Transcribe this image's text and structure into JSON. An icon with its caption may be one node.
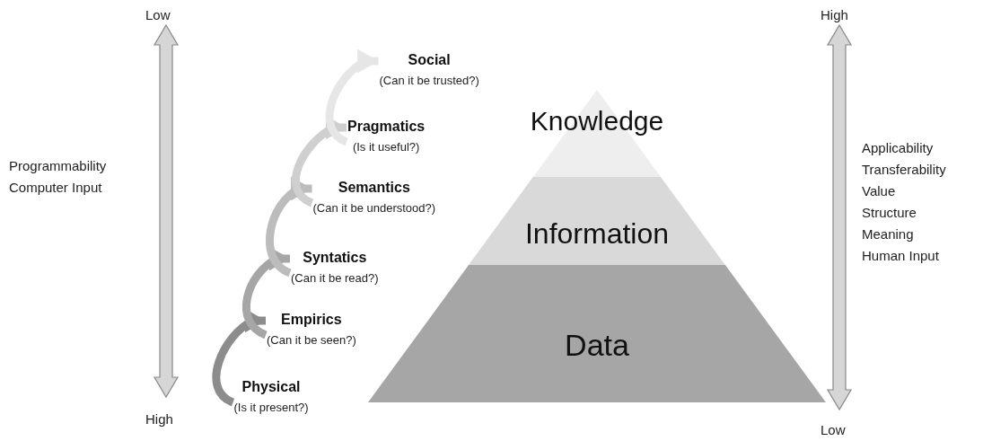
{
  "diagram": {
    "nodes": [
      {
        "text": [
          "Social",
          "(Can it be trusted?)"
        ]
      },
      {
        "text": [
          "Pragmatics",
          "(Is it useful?)"
        ]
      },
      {
        "text": [
          "Semantics",
          "(Can it be understood?)"
        ]
      },
      {
        "text": [
          "Syntatics",
          "(Can it be read?)"
        ]
      },
      {
        "text": [
          "Empirics",
          "(Can it be seen?)"
        ]
      },
      {
        "text": [
          "Physical",
          "(Is it present?)"
        ]
      },
      {
        "text": [
          "Knowledge"
        ]
      },
      {
        "text": [
          "Information"
        ]
      },
      {
        "text": [
          "Data"
        ]
      }
    ],
    "edges": [
      {
        "from": 5,
        "to": 4,
        "arrow": "to",
        "color": "#8c8c8c"
      },
      {
        "from": 4,
        "to": 3,
        "arrow": "to",
        "color": "#a6a6a6"
      },
      {
        "from": 3,
        "to": 2,
        "arrow": "to",
        "color": "#bcbcbc"
      },
      {
        "from": 2,
        "to": 1,
        "arrow": "to",
        "color": "#cfcfcf"
      },
      {
        "from": 1,
        "to": 0,
        "arrow": "to",
        "color": "#e6e6e6"
      }
    ],
    "labels": [
      "Low",
      "High",
      "Programmability",
      "Computer Input",
      "Applicability",
      "Transferability",
      "Value",
      "Structure",
      "Meaning",
      "Human Input",
      "High",
      "Low"
    ]
  }
}
